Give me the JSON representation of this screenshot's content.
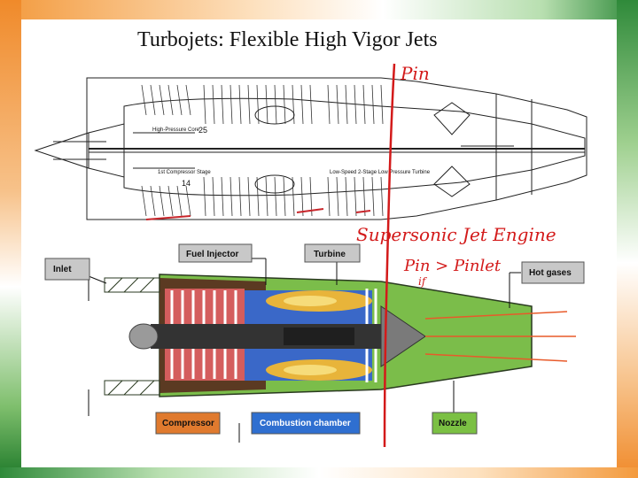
{
  "slide": {
    "title": "Turbojets: Flexible High Vigor Jets"
  },
  "top_diagram": {
    "labels": {
      "high_pressure_core": "High-Pressure Core",
      "hp_number": "25",
      "first_compressor_stage": "1st Compressor Stage",
      "stage_number": "14",
      "low_speed_turbine": "Low-Speed 2-Stage Low Pressure Turbine"
    }
  },
  "bottom_diagram": {
    "labels": {
      "inlet": "Inlet",
      "fuel_injector": "Fuel Injector",
      "turbine": "Turbine",
      "hot_gases": "Hot gases",
      "compressor": "Compressor",
      "combustion_chamber": "Combustion chamber",
      "nozzle": "Nozzle"
    },
    "colors": {
      "compressor_box": "#e07a2e",
      "combustion_box": "#2f6fd0",
      "nozzle_box": "#7bc043",
      "grey_box": "#c8c8c8"
    }
  },
  "annotations": {
    "p_in": "Pin",
    "supersonic": "Supersonic Jet Engine",
    "pressure_relation": "Pin > Pinlet",
    "pressure_sub": "if"
  }
}
